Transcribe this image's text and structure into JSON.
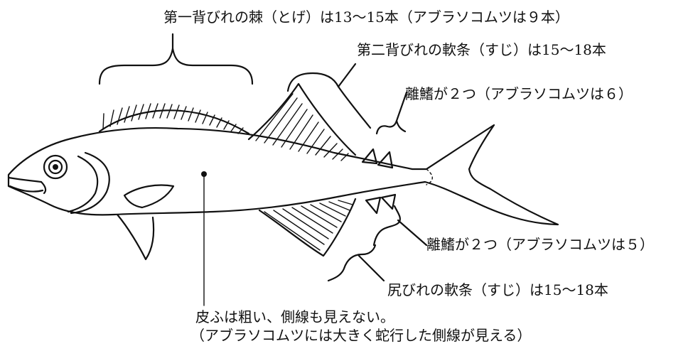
{
  "labels": {
    "spiny_dorsal": "第一背びれの棘（とげ）は13〜15本（アブラソコムツは９本）",
    "soft_dorsal": "第二背びれの軟条（すじ）は15〜18本",
    "dorsal_finlets": "離鰭が２つ（アブラソコムツは６）",
    "anal_finlets": "離鰭が２つ（アブラソコムツは５）",
    "anal_fin": "尻びれの軟条（すじ）は15〜18本",
    "skin_line1": "皮ふは粗い、側線も見えない。",
    "skin_line2": "（アブラソコムツには大きく蛇行した側線が見える）"
  }
}
